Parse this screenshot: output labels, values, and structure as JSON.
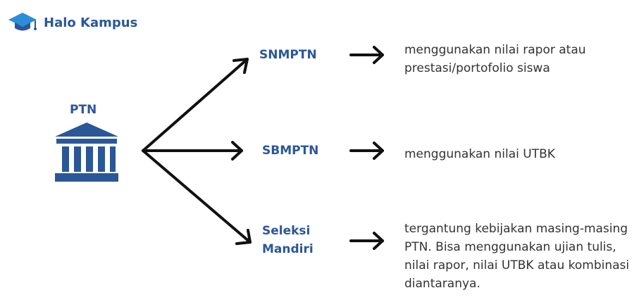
{
  "brand": {
    "name": "Halo Kampus",
    "logo_icon": "graduation-cap-icon",
    "color": "#2b5797"
  },
  "source": {
    "label": "PTN",
    "icon": "university-building-icon"
  },
  "routes": [
    {
      "name": "SNMPTN",
      "description": "menggunakan nilai rapor atau prestasi/portofolio siswa"
    },
    {
      "name": "SBMPTN",
      "description": "menggunakan nilai UTBK"
    },
    {
      "name": "Seleksi Mandiri",
      "description": "tergantung kebijakan masing-masing PTN. Bisa menggunakan ujian tulis, nilai rapor, nilai UTBK atau kombinasi diantaranya."
    }
  ],
  "colors": {
    "accent": "#2b5797",
    "text": "#333333",
    "arrow": "#111111"
  }
}
